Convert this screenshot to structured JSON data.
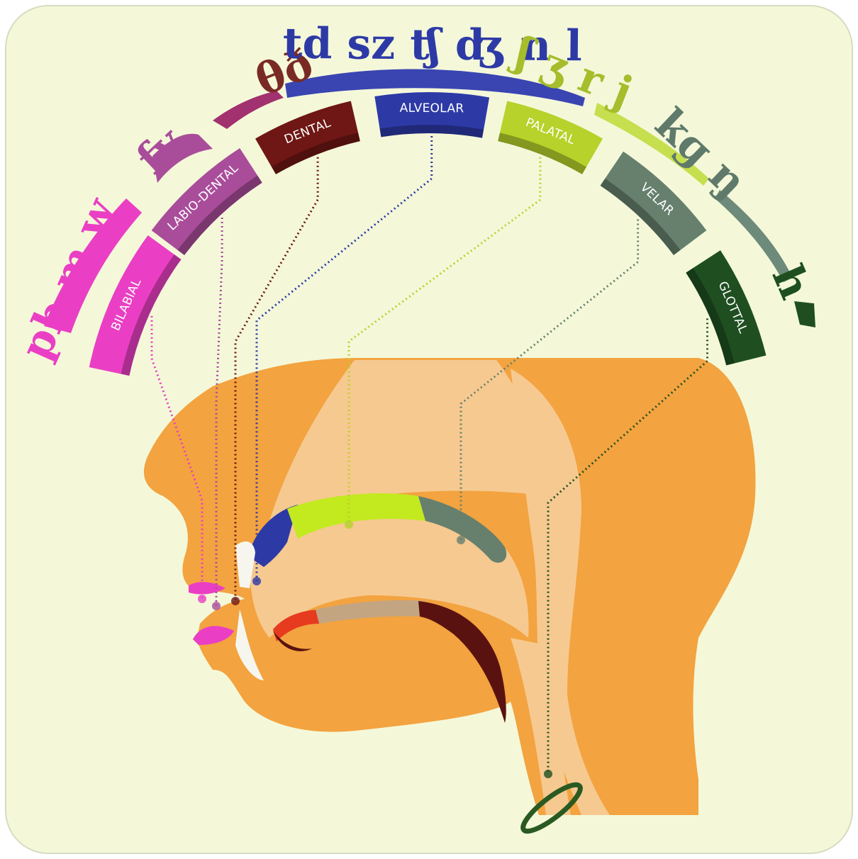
{
  "colors": {
    "background": "#f4f8d9",
    "face": "#f3a33f",
    "face_inner": "#f6c990",
    "bilabial": "#ea3fc4",
    "labiodental": "#a94d9a",
    "dental": "#6e1714",
    "alveolar": "#2d3aa6",
    "palatal": "#b7d22a",
    "velar": "#66806d",
    "glottal": "#1f4f21"
  },
  "places": [
    {
      "key": "bilabial",
      "label": "BILABIAL",
      "symbols": "pb m w",
      "color": "#ea3fc4"
    },
    {
      "key": "labiodental",
      "label": "LABIO-DENTAL",
      "symbols": "fv",
      "color": "#a94d9a"
    },
    {
      "key": "dental",
      "label": "DENTAL",
      "symbols": "θð",
      "color": "#7a2a24"
    },
    {
      "key": "alveolar",
      "label": "ALVEOLAR",
      "symbols": "td sz ʧ ʤ n l",
      "color": "#2d3aa6"
    },
    {
      "key": "palatal",
      "label": "PALATAL",
      "symbols": "ʃ ʒ r j",
      "color": "#a6bd2c"
    },
    {
      "key": "velar",
      "label": "VELAR",
      "symbols": "kɡ ŋ",
      "color": "#5f7a6a"
    },
    {
      "key": "glottal",
      "label": "GLOTTAL",
      "symbols": "h",
      "color": "#1f4f21"
    }
  ]
}
